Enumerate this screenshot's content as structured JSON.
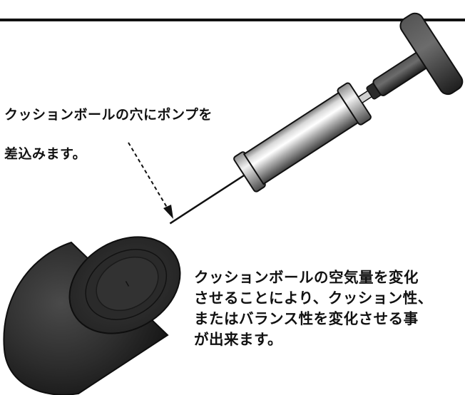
{
  "colors": {
    "top_rule": "#111111",
    "ink": "#111111",
    "ball": "#2e2e2e",
    "pump_handle": "#3a3a3a",
    "pump_barrel": "#c8c8c8"
  },
  "icons": [
    "pump-icon",
    "cushion-ball-icon",
    "dashed-arrow-icon"
  ],
  "caption_insert": {
    "line1": "クッションボールの穴にポンプを",
    "line2": "差込みます。"
  },
  "caption_effect": {
    "line1": "クッションボールの空気量を変化",
    "line2": "させることにより、クッション性、",
    "line3": "またはバランス性を変化させる事",
    "line4": "が出来ます。"
  }
}
